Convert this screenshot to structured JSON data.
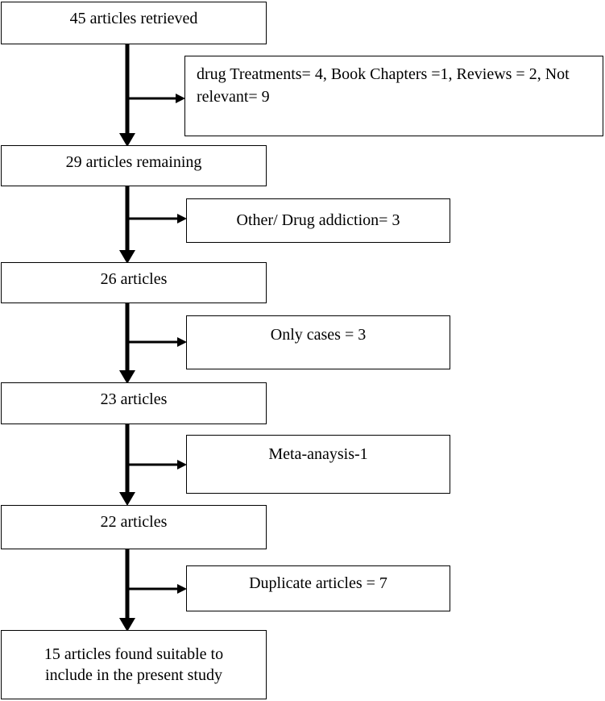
{
  "flow": {
    "step1": "45 articles retrieved",
    "exclusion1": "drug Treatments= 4, Book Chapters =1, Reviews = 2, Not relevant= 9",
    "step2": "29 articles remaining",
    "exclusion2": "Other/ Drug addiction= 3",
    "step3": "26 articles",
    "exclusion3": "Only cases = 3",
    "step4": "23 articles",
    "exclusion4": "Meta-anaysis-1",
    "step5": "22 articles",
    "exclusion5": "Duplicate articles = 7",
    "final_line1": "15 articles found suitable to",
    "final_line2": "include in the present study"
  },
  "colors": {
    "stroke": "#000000",
    "background": "#ffffff"
  }
}
